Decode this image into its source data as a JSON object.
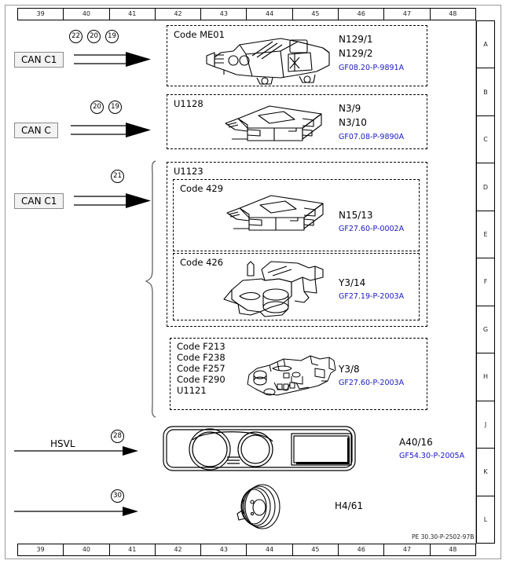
{
  "sheet": {
    "top_ruler": [
      "39",
      "40",
      "41",
      "42",
      "43",
      "44",
      "45",
      "46",
      "47",
      "48"
    ],
    "bottom_ruler": [
      "39",
      "40",
      "41",
      "42",
      "43",
      "44",
      "45",
      "46",
      "47",
      "48"
    ],
    "side_letters": [
      "A",
      "B",
      "C",
      "D",
      "E",
      "F",
      "G",
      "H",
      "J",
      "K",
      "L"
    ],
    "footer_ref": "PE 30.30-P-2502-97B",
    "link_color": "#1a17c4"
  },
  "signals": [
    {
      "label": "CAN C1",
      "style": "boxed",
      "callouts": [
        "22",
        "20",
        "19"
      ]
    },
    {
      "label": "CAN C",
      "style": "boxed",
      "callouts": [
        "20",
        "19"
      ]
    },
    {
      "label": "CAN C1",
      "style": "boxed",
      "callouts": [
        "21"
      ]
    },
    {
      "label": "HSVL",
      "style": "plain",
      "callouts": [
        "28"
      ]
    },
    {
      "label": "",
      "style": "plain",
      "callouts": [
        "30"
      ]
    }
  ],
  "components": [
    {
      "codes": [
        "Code ME01"
      ],
      "part_ids": [
        "N129/1",
        "N129/2"
      ],
      "doc_ref": "GF08.20-P-9891A",
      "art": "engine-control-module"
    },
    {
      "codes": [
        "U1128"
      ],
      "part_ids": [
        "N3/9",
        "N3/10"
      ],
      "doc_ref": "GF07.08-P-9890A",
      "art": "control-unit-box"
    },
    {
      "codes": [
        "U1123"
      ],
      "part_ids": [],
      "doc_ref": "",
      "art": "group-wrapper"
    },
    {
      "codes": [
        "Code 429"
      ],
      "part_ids": [
        "N15/13"
      ],
      "doc_ref": "GF27.60-P-0002A",
      "art": "control-unit-box"
    },
    {
      "codes": [
        "Code 426"
      ],
      "part_ids": [
        "Y3/14"
      ],
      "doc_ref": "GF27.19-P-2003A",
      "art": "valve-body-assembly"
    },
    {
      "codes": [
        "Code F213",
        "Code F238",
        "Code F257",
        "Code F290",
        "U1121"
      ],
      "part_ids": [
        "Y3/8"
      ],
      "doc_ref": "GF27.60-P-2003A",
      "art": "valve-body-plate"
    },
    {
      "codes": [],
      "part_ids": [
        "A40/16"
      ],
      "doc_ref": "GF54.30-P-2005A",
      "art": "instrument-cluster"
    },
    {
      "codes": [],
      "part_ids": [
        "H4/61"
      ],
      "doc_ref": "",
      "art": "speaker-buzzer"
    }
  ]
}
